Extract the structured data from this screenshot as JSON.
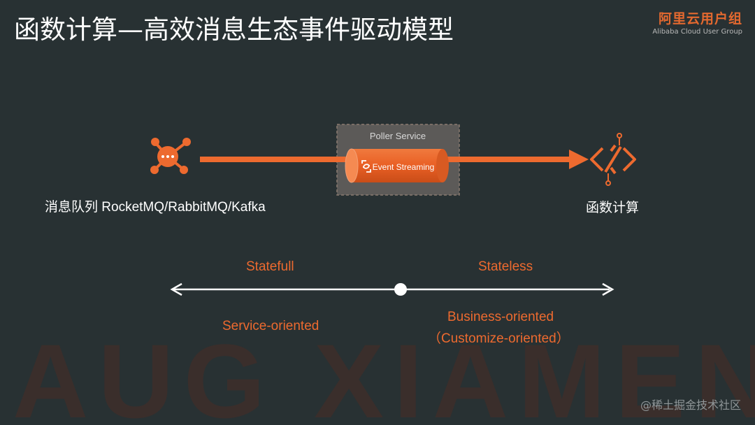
{
  "slide": {
    "title": "函数计算—高效消息生态事件驱动模型",
    "brand": {
      "name_cn": "阿里云用户组",
      "name_en": "Alibaba Cloud User Group"
    },
    "background_text": "AUG XIAMEN",
    "footer_watermark": "@稀土掘金技术社区"
  },
  "diagram": {
    "source_label": "消息队列 RocketMQ/RabbitMQ/Kafka",
    "target_label": "函数计算",
    "poller_label": "Poller Service",
    "pipe_label": "Event Streaming",
    "spectrum": {
      "left_top": "Statefull",
      "right_top": "Stateless",
      "left_bottom": "Service-oriented",
      "right_bottom_line1": "Business-oriented",
      "right_bottom_line2": "（Customize-oriented）"
    }
  },
  "colors": {
    "accent": "#ed6a2f",
    "background": "#283133",
    "text": "#ffffff"
  }
}
